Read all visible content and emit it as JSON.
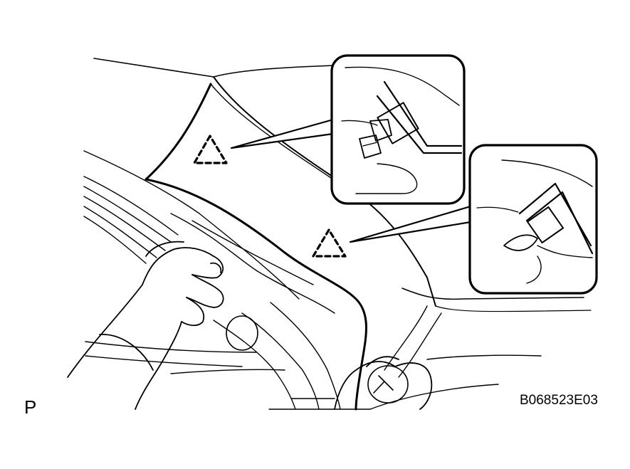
{
  "figure": {
    "view_letter": "P",
    "code": "B068523E03"
  },
  "symbols": [
    {
      "name": "clip-location-triangle-icon-upper",
      "shape": "dashed triangle"
    },
    {
      "name": "clip-location-triangle-icon-lower",
      "shape": "dashed triangle"
    }
  ],
  "callouts": [
    {
      "name": "clip-detail-inset-upper",
      "shows": "clip-detail"
    },
    {
      "name": "clip-detail-inset-lower",
      "shows": "clip-detail"
    }
  ],
  "colors": {
    "line": "#000000",
    "background": "#ffffff"
  }
}
